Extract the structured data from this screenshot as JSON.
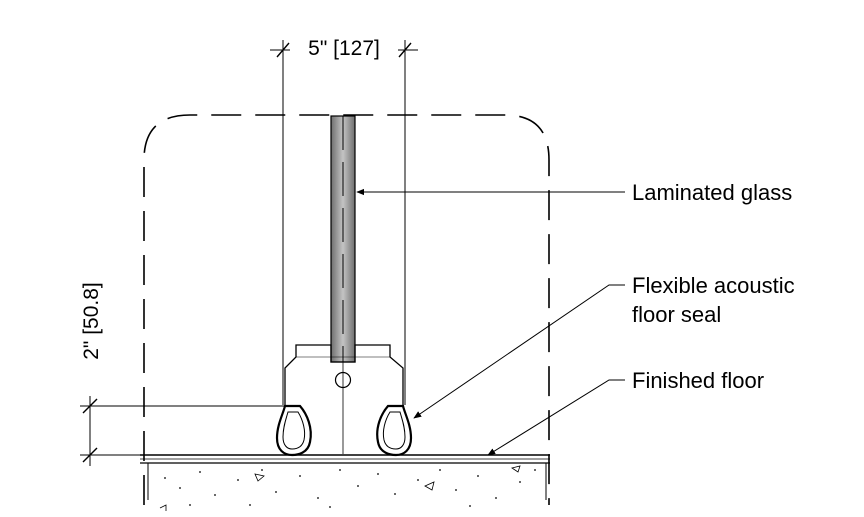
{
  "dimensions": {
    "width_label": "5\" [127]",
    "height_label": "2\" [50.8]"
  },
  "callouts": {
    "glass": "Laminated glass",
    "seal_line1": "Flexible acoustic",
    "seal_line2": "floor seal",
    "floor": "Finished floor"
  },
  "colors": {
    "line": "#000000",
    "glass_dark": "#6e6e6e",
    "glass_light": "#bdbdbd"
  }
}
